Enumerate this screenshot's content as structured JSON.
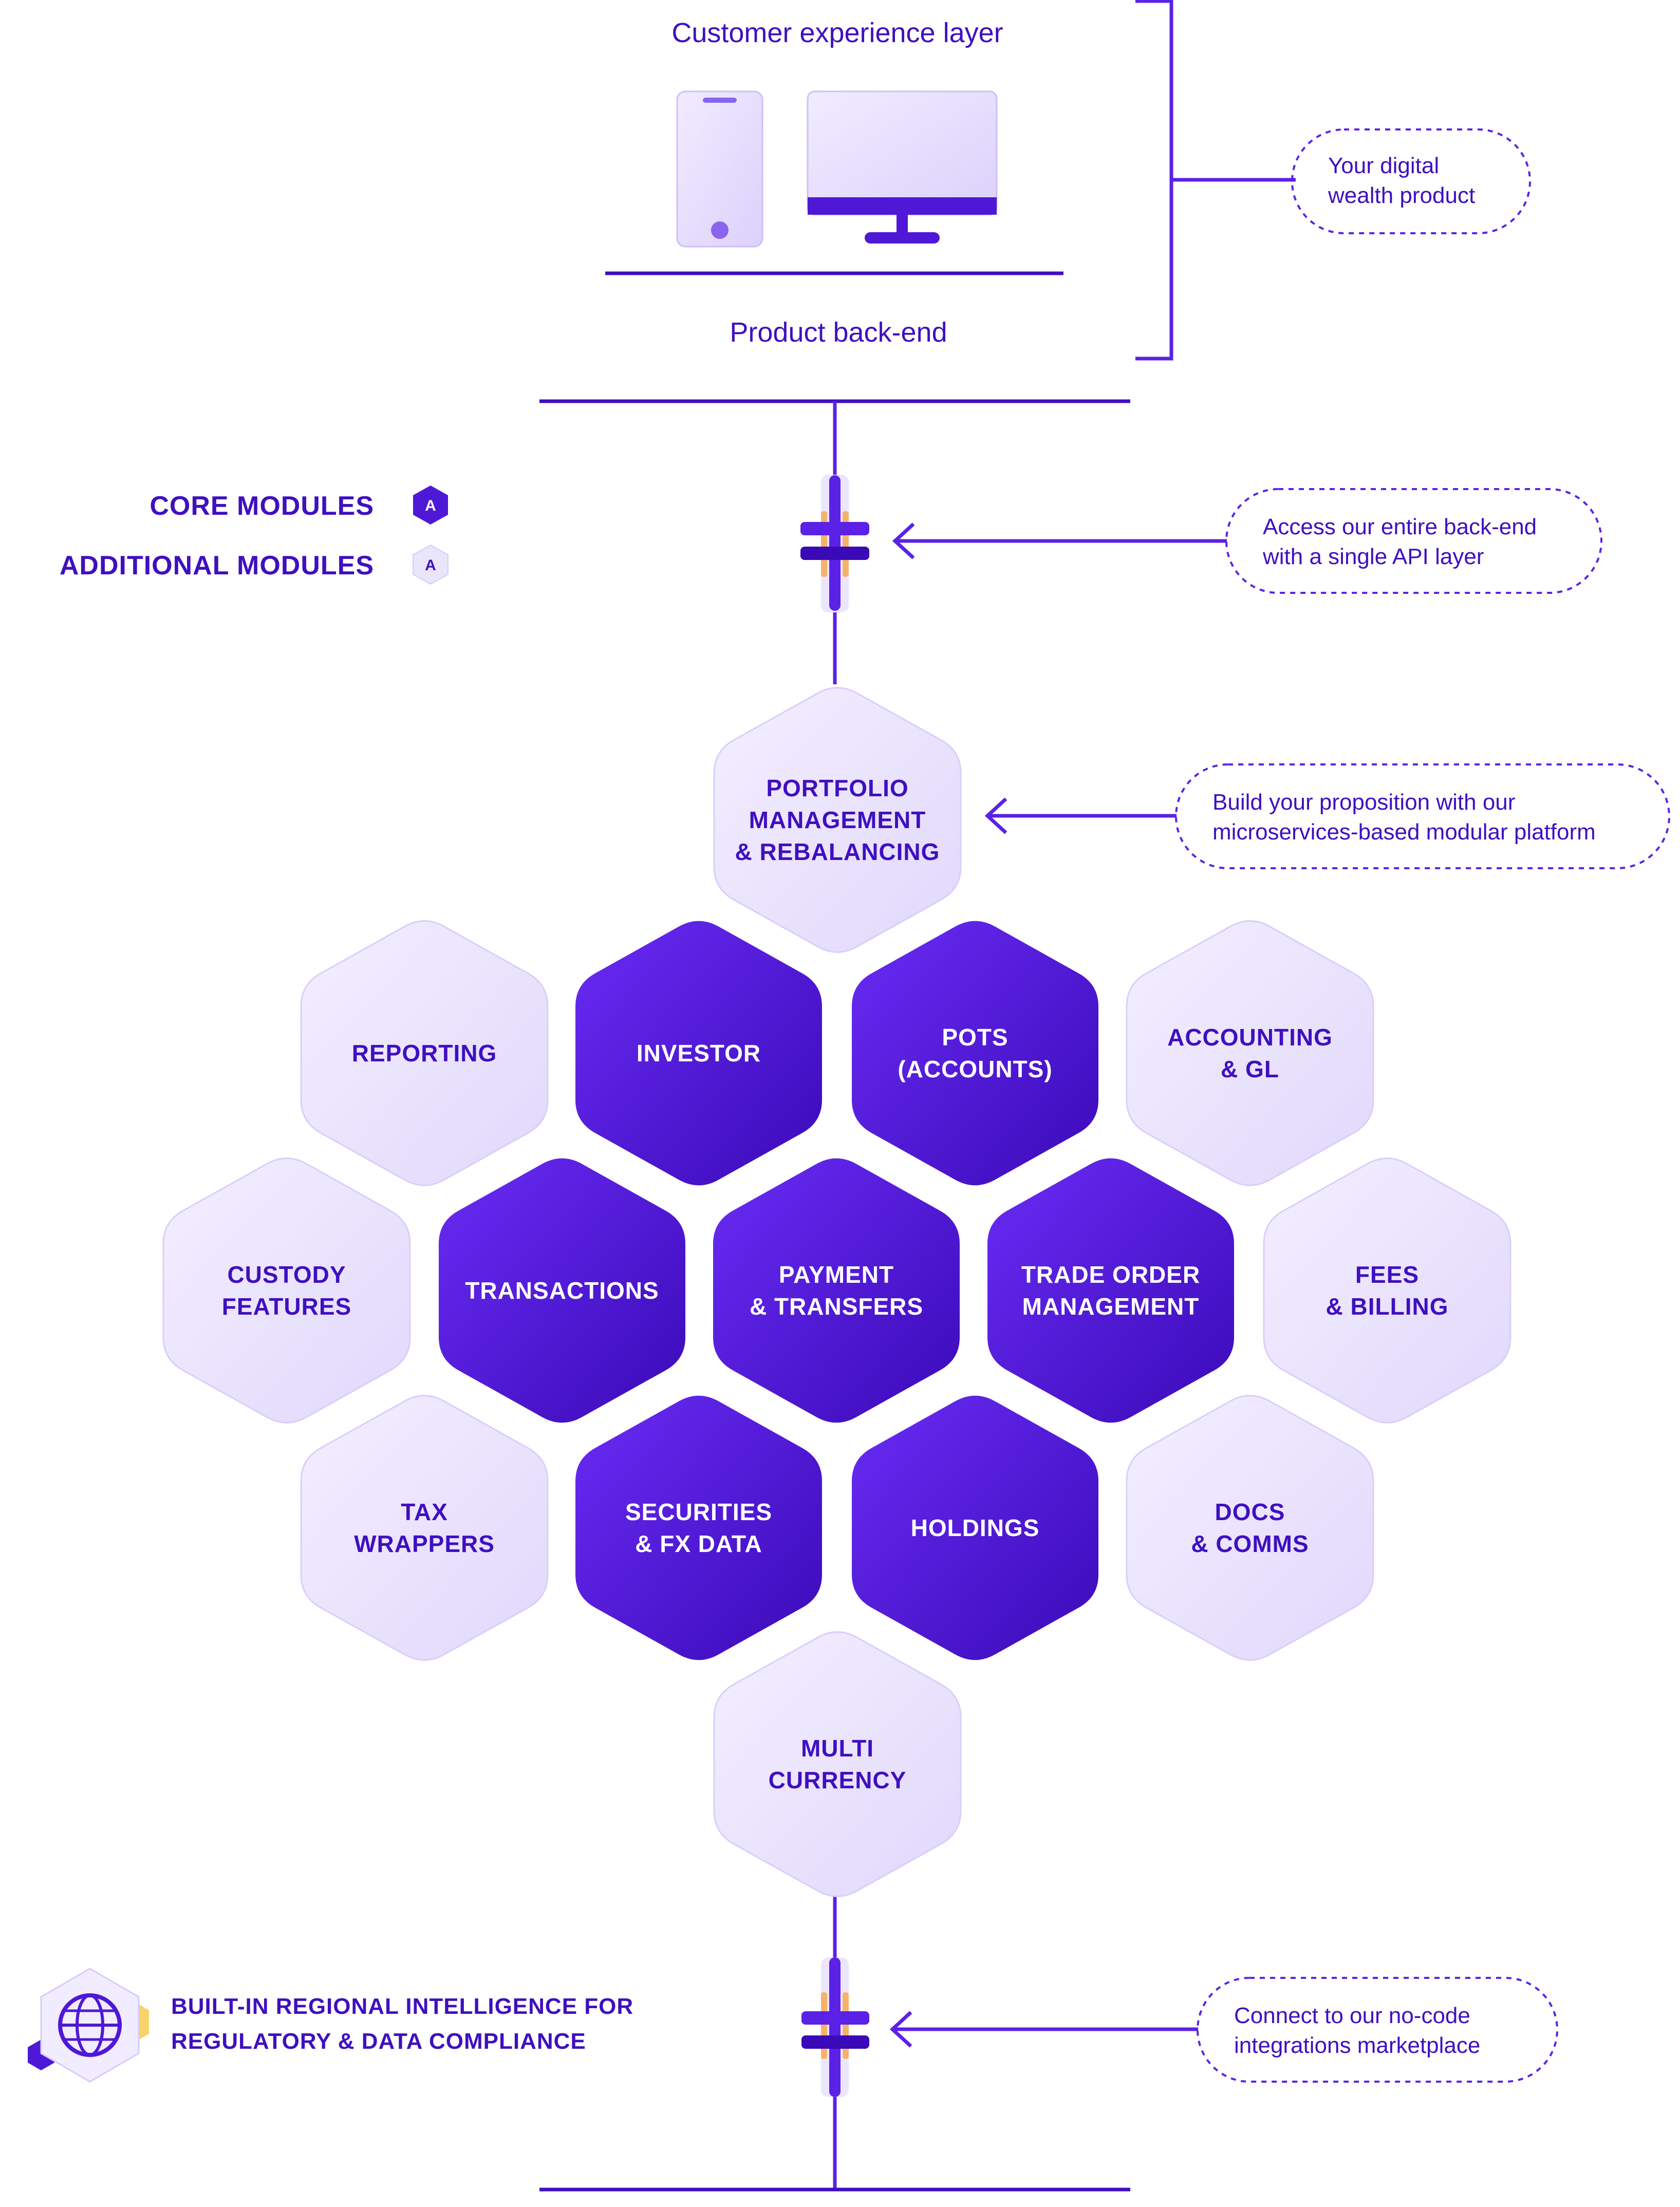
{
  "top": {
    "customer_layer": "Customer experience layer",
    "product_backend": "Product back-end"
  },
  "callouts": {
    "digital_product": [
      "Your digital",
      "wealth product"
    ],
    "api_layer": [
      "Access our entire back-end",
      "with a single API layer"
    ],
    "modular_platform": [
      "Build your proposition with our",
      "microservices-based modular platform"
    ],
    "integrations": [
      "Connect to our no-code",
      "integrations marketplace"
    ]
  },
  "legend": {
    "core_label": "CORE MODULES",
    "additional_label": "ADDITIONAL MODULES",
    "badge_letter": "A"
  },
  "modules": {
    "portfolio": [
      "PORTFOLIO",
      "MANAGEMENT",
      "& REBALANCING"
    ],
    "reporting": [
      "REPORTING"
    ],
    "investor": [
      "INVESTOR"
    ],
    "pots": [
      "POTS",
      "(ACCOUNTS)"
    ],
    "accounting": [
      "ACCOUNTING",
      "& GL"
    ],
    "custody": [
      "CUSTODY",
      "FEATURES"
    ],
    "transactions": [
      "TRANSACTIONS"
    ],
    "payment": [
      "PAYMENT",
      "& TRANSFERS"
    ],
    "trade_order": [
      "TRADE ORDER",
      "MANAGEMENT"
    ],
    "fees": [
      "FEES",
      "& BILLING"
    ],
    "tax": [
      "TAX",
      "WRAPPERS"
    ],
    "securities": [
      "SECURITIES",
      "& FX DATA"
    ],
    "holdings": [
      "HOLDINGS"
    ],
    "docs": [
      "DOCS",
      "& COMMS"
    ],
    "multi_currency": [
      "MULTI",
      "CURRENCY"
    ]
  },
  "compliance": [
    "BUILT-IN REGIONAL INTELLIGENCE FOR",
    "REGULATORY & DATA COMPLIANCE"
  ],
  "icons": {
    "phone": "smartphone-icon",
    "monitor": "desktop-monitor-icon",
    "connector": "api-connector-icon",
    "globe": "globe-icon"
  },
  "colors": {
    "brand": "#3f0fc0",
    "accent": "#5b21e6",
    "core_fill_start": "#6a2cf5",
    "core_fill_end": "#3a0ab8",
    "additional_fill": "#ebe5fb",
    "additional_text": "#3f0fc0",
    "core_text": "#ffffff",
    "connector_orange": "#f6b26b",
    "badge_yellow": "#f7d36b"
  }
}
